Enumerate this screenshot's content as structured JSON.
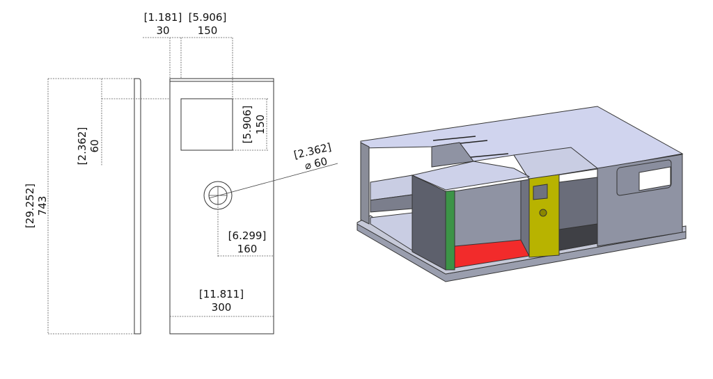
{
  "drawing": {
    "dimensions": {
      "width_30": {
        "inch": "[1.181]",
        "mm": "30"
      },
      "width_150_top": {
        "inch": "[5.906]",
        "mm": "150"
      },
      "height_150_right": {
        "inch": "[5.906]",
        "mm": "150"
      },
      "offset_60": {
        "inch": "[2.362]",
        "mm": "60"
      },
      "height_743": {
        "inch": "[29.252]",
        "mm": "743"
      },
      "hole_diameter": {
        "inch": "[2.362]",
        "mm": "⌀ 60"
      },
      "hole_offset_160": {
        "inch": "[6.299]",
        "mm": "160"
      },
      "width_300": {
        "inch": "[11.811]",
        "mm": "300"
      }
    }
  },
  "model": {
    "colors": {
      "green_panel": "#3c9447",
      "red_floor": "#f22b2b",
      "yellow_door": "#b8b300",
      "roof": "#d0d4ee",
      "wall": "#8f93a3",
      "wall_dark": "#5d606c"
    }
  }
}
